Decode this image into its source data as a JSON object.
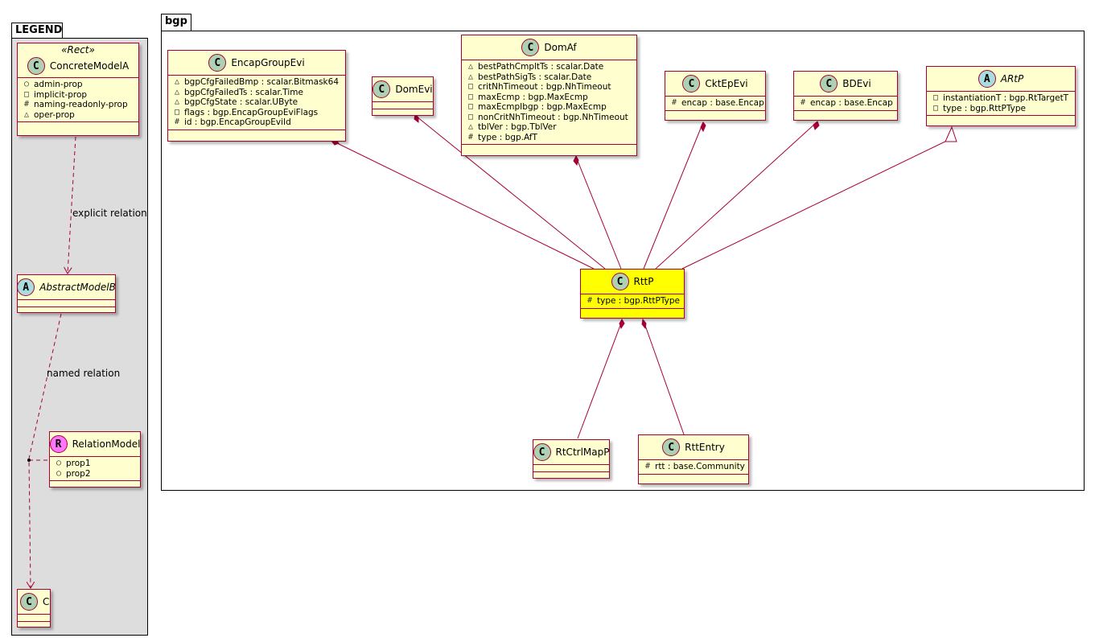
{
  "legend": {
    "package_title": "LEGEND",
    "stereotype": "«Rect»",
    "classes": [
      {
        "id": "concrete",
        "name": "ConcreteModelA",
        "kind": "C",
        "attrs": [
          {
            "vis": "○",
            "text": "admin-prop"
          },
          {
            "vis": "□",
            "text": "implicit-prop"
          },
          {
            "vis": "#",
            "text": "naming-readonly-prop"
          },
          {
            "vis": "△",
            "text": "oper-prop"
          }
        ]
      },
      {
        "id": "abstract",
        "name": "AbstractModelB",
        "kind": "A",
        "italic": true,
        "attrs": []
      },
      {
        "id": "relation",
        "name": "RelationModel",
        "kind": "R",
        "attrs": [
          {
            "vis": "○",
            "text": "prop1"
          },
          {
            "vis": "○",
            "text": "prop2"
          }
        ]
      },
      {
        "id": "c",
        "name": "C",
        "kind": "C",
        "attrs": []
      }
    ],
    "labels": {
      "explicit": "explicit relation",
      "named": "named relation"
    }
  },
  "bgp": {
    "package_title": "bgp",
    "classes": [
      {
        "id": "encap",
        "name": "EncapGroupEvi",
        "kind": "C",
        "attrs": [
          {
            "vis": "△",
            "text": "bgpCfgFailedBmp : scalar.Bitmask64"
          },
          {
            "vis": "△",
            "text": "bgpCfgFailedTs : scalar.Time"
          },
          {
            "vis": "△",
            "text": "bgpCfgState : scalar.UByte"
          },
          {
            "vis": "□",
            "text": "flags : bgp.EncapGroupEviFlags"
          },
          {
            "vis": "#",
            "text": "id : bgp.EncapGroupEviId"
          }
        ]
      },
      {
        "id": "domevi",
        "name": "DomEvi",
        "kind": "C",
        "attrs": []
      },
      {
        "id": "domaf",
        "name": "DomAf",
        "kind": "C",
        "attrs": [
          {
            "vis": "△",
            "text": "bestPathCmpltTs : scalar.Date"
          },
          {
            "vis": "△",
            "text": "bestPathSigTs : scalar.Date"
          },
          {
            "vis": "□",
            "text": "critNhTimeout : bgp.NhTimeout"
          },
          {
            "vis": "□",
            "text": "maxEcmp : bgp.MaxEcmp"
          },
          {
            "vis": "□",
            "text": "maxEcmpIbgp : bgp.MaxEcmp"
          },
          {
            "vis": "□",
            "text": "nonCritNhTimeout : bgp.NhTimeout"
          },
          {
            "vis": "△",
            "text": "tblVer : bgp.TblVer"
          },
          {
            "vis": "#",
            "text": "type : bgp.AfT"
          }
        ]
      },
      {
        "id": "cktep",
        "name": "CktEpEvi",
        "kind": "C",
        "attrs": [
          {
            "vis": "#",
            "text": "encap : base.Encap"
          }
        ]
      },
      {
        "id": "bdevi",
        "name": "BDEvi",
        "kind": "C",
        "attrs": [
          {
            "vis": "#",
            "text": "encap : base.Encap"
          }
        ]
      },
      {
        "id": "artp",
        "name": "ARtP",
        "kind": "A",
        "italic": true,
        "attrs": [
          {
            "vis": "□",
            "text": "instantiationT : bgp.RtTargetT"
          },
          {
            "vis": "□",
            "text": "type : bgp.RttPType"
          }
        ]
      },
      {
        "id": "rttp",
        "name": "RttP",
        "kind": "C",
        "highlight": true,
        "attrs": [
          {
            "vis": "#",
            "text": "type : bgp.RttPType"
          }
        ]
      },
      {
        "id": "rtctrl",
        "name": "RtCtrlMapP",
        "kind": "C",
        "attrs": []
      },
      {
        "id": "rttentry",
        "name": "RttEntry",
        "kind": "C",
        "attrs": [
          {
            "vis": "#",
            "text": "rtt : base.Community"
          }
        ]
      }
    ]
  },
  "colors": {
    "class_fill": "#fefece",
    "class_border": "#a80036",
    "highlight": "#ffff00",
    "legend_bg": "#dddddd"
  }
}
